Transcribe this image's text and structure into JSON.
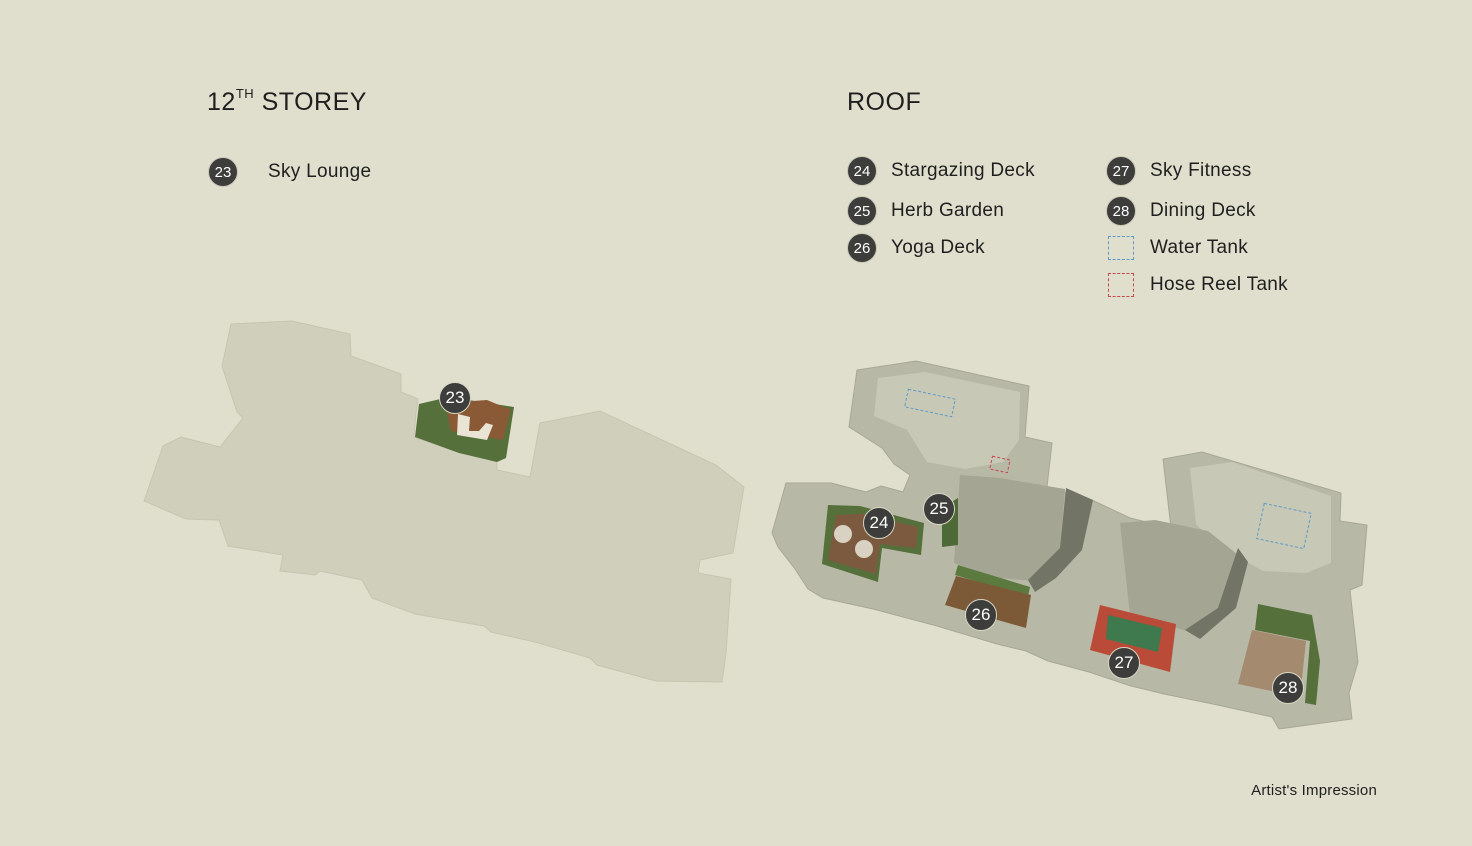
{
  "colors": {
    "background": "#e0dfcd",
    "badge": "#3d3d3b",
    "water_tank": "#5a9cc8",
    "hose_reel_tank": "#c9484d"
  },
  "storey12": {
    "title_number": "12",
    "title_suffix": "TH",
    "title_word": "STOREY",
    "legend": [
      {
        "number": "23",
        "label": "Sky Lounge"
      }
    ]
  },
  "roof": {
    "title": "ROOF",
    "legend_left": [
      {
        "number": "24",
        "label": "Stargazing Deck"
      },
      {
        "number": "25",
        "label": "Herb Garden"
      },
      {
        "number": "26",
        "label": "Yoga Deck"
      }
    ],
    "legend_right": [
      {
        "number": "27",
        "label": "Sky Fitness"
      },
      {
        "number": "28",
        "label": "Dining Deck"
      }
    ],
    "legend_symbols": [
      {
        "symbol": "blue-dashed-box",
        "label": "Water Tank"
      },
      {
        "symbol": "red-dashed-box",
        "label": "Hose Reel Tank"
      }
    ]
  },
  "map_markers": {
    "m23": "23",
    "m24": "24",
    "m25": "25",
    "m26": "26",
    "m27": "27",
    "m28": "28"
  },
  "footnote": "Artist's Impression"
}
